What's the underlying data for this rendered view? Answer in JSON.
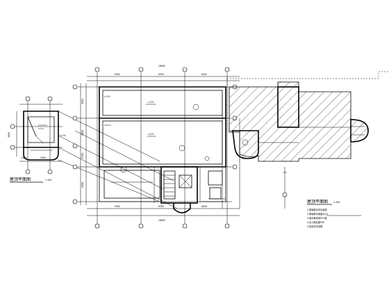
{
  "drawing": {
    "detail_title": "屋顶平面图",
    "detail_scale": "1:100",
    "plan_title": "屋顶平面图",
    "plan_scale": "1:100",
    "notes": [
      "1.屋面做法详见建施",
      "2.屋面排水坡度为2%",
      "3.雨水管采用PVC管",
      "4.女儿墙高度900",
      "5.其余详见说明"
    ]
  }
}
